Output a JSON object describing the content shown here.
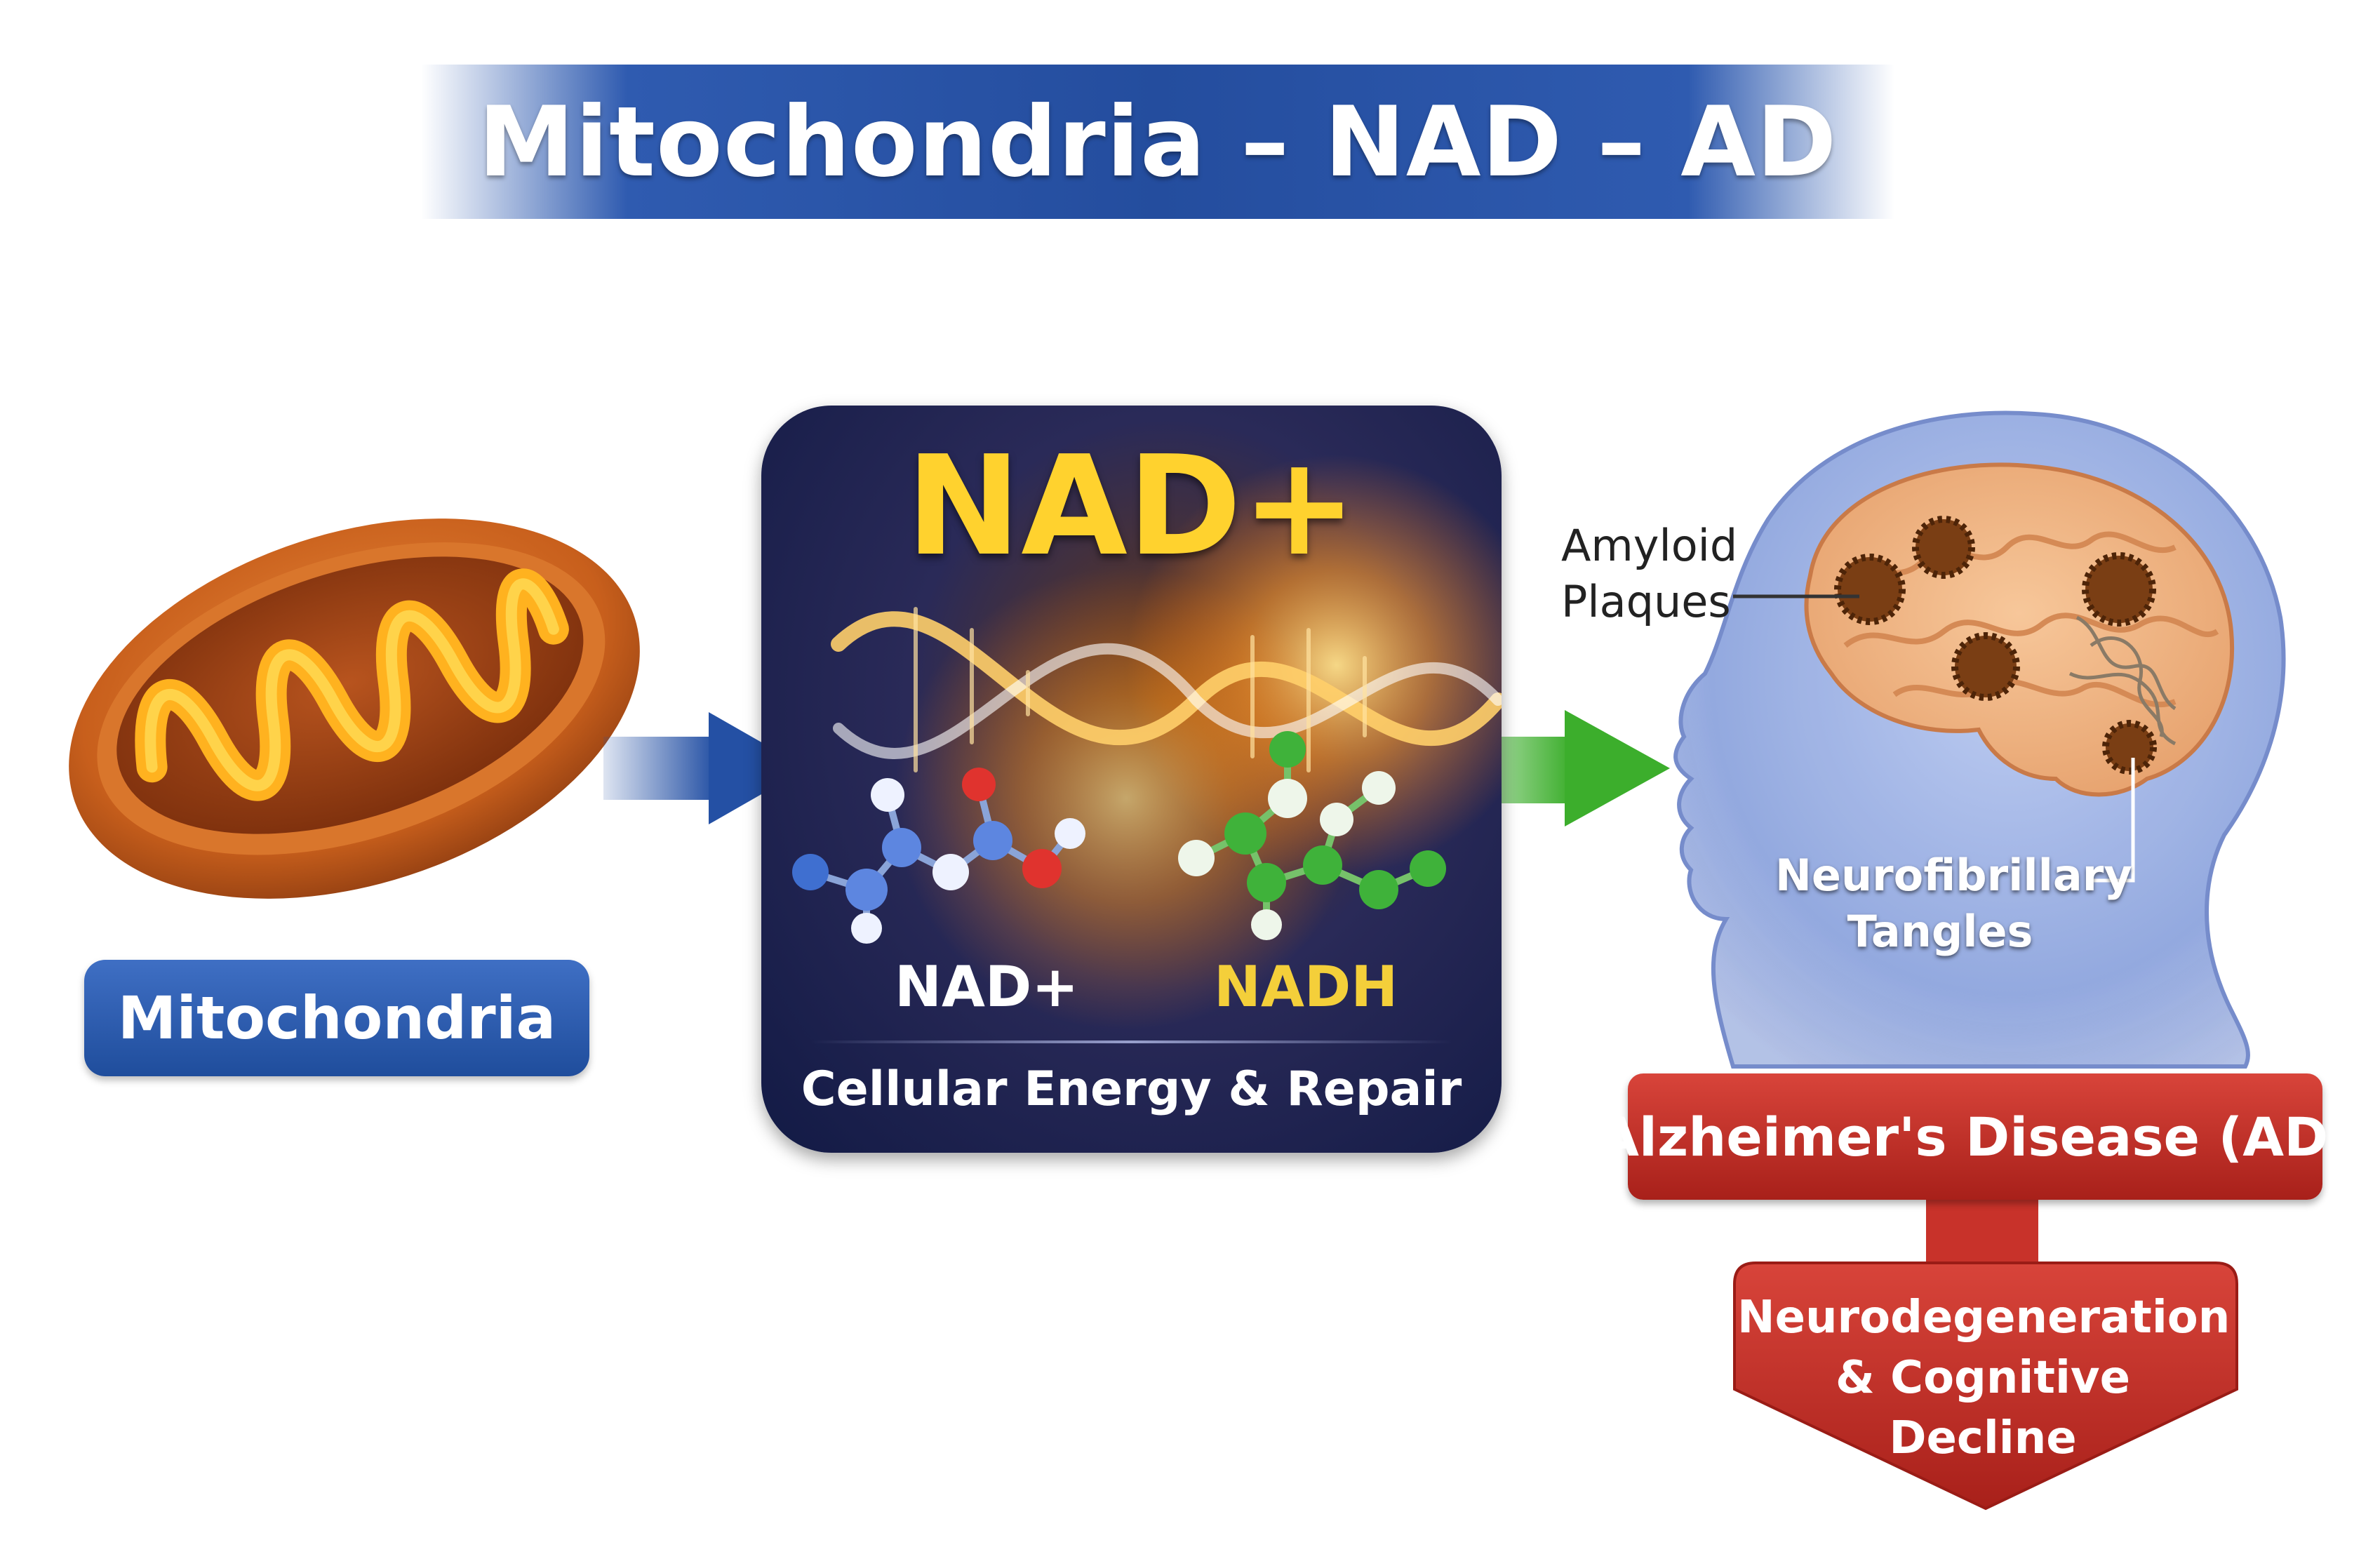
{
  "title": "Mitochondria – NAD – AD",
  "mitochondria": {
    "label": "Mitochondria",
    "icon": "mitochondrion-illustration"
  },
  "nad_panel": {
    "title": "NAD+",
    "molecule_left_label": "NAD+",
    "molecule_right_label": "NADH",
    "caption": "Cellular Energy & Repair",
    "icons": [
      "dna-helix-icon",
      "nad-molecule-icon",
      "nadh-molecule-icon"
    ]
  },
  "brain": {
    "amyloid_label_line1": "Amyloid",
    "amyloid_label_line2": "Plaques",
    "tangles_label_line1": "Neurofibrillary",
    "tangles_label_line2": "Tangles",
    "icon": "human-head-brain-illustration"
  },
  "ad_box": {
    "label": "Alzheimer's Disease (AD)"
  },
  "outcome": {
    "line1": "Neurodegeneration",
    "line2": "& Cognitive Decline"
  },
  "colors": {
    "title_banner": "#244d9e",
    "mitochondria_label": "#2a5aad",
    "nad_panel_bg": "#16204c",
    "nad_title": "#ffd22e",
    "nadh_label": "#f4cf3a",
    "arrow_blue": "#2450a4",
    "arrow_green": "#3cae2c",
    "ad_red": "#b8261e"
  }
}
